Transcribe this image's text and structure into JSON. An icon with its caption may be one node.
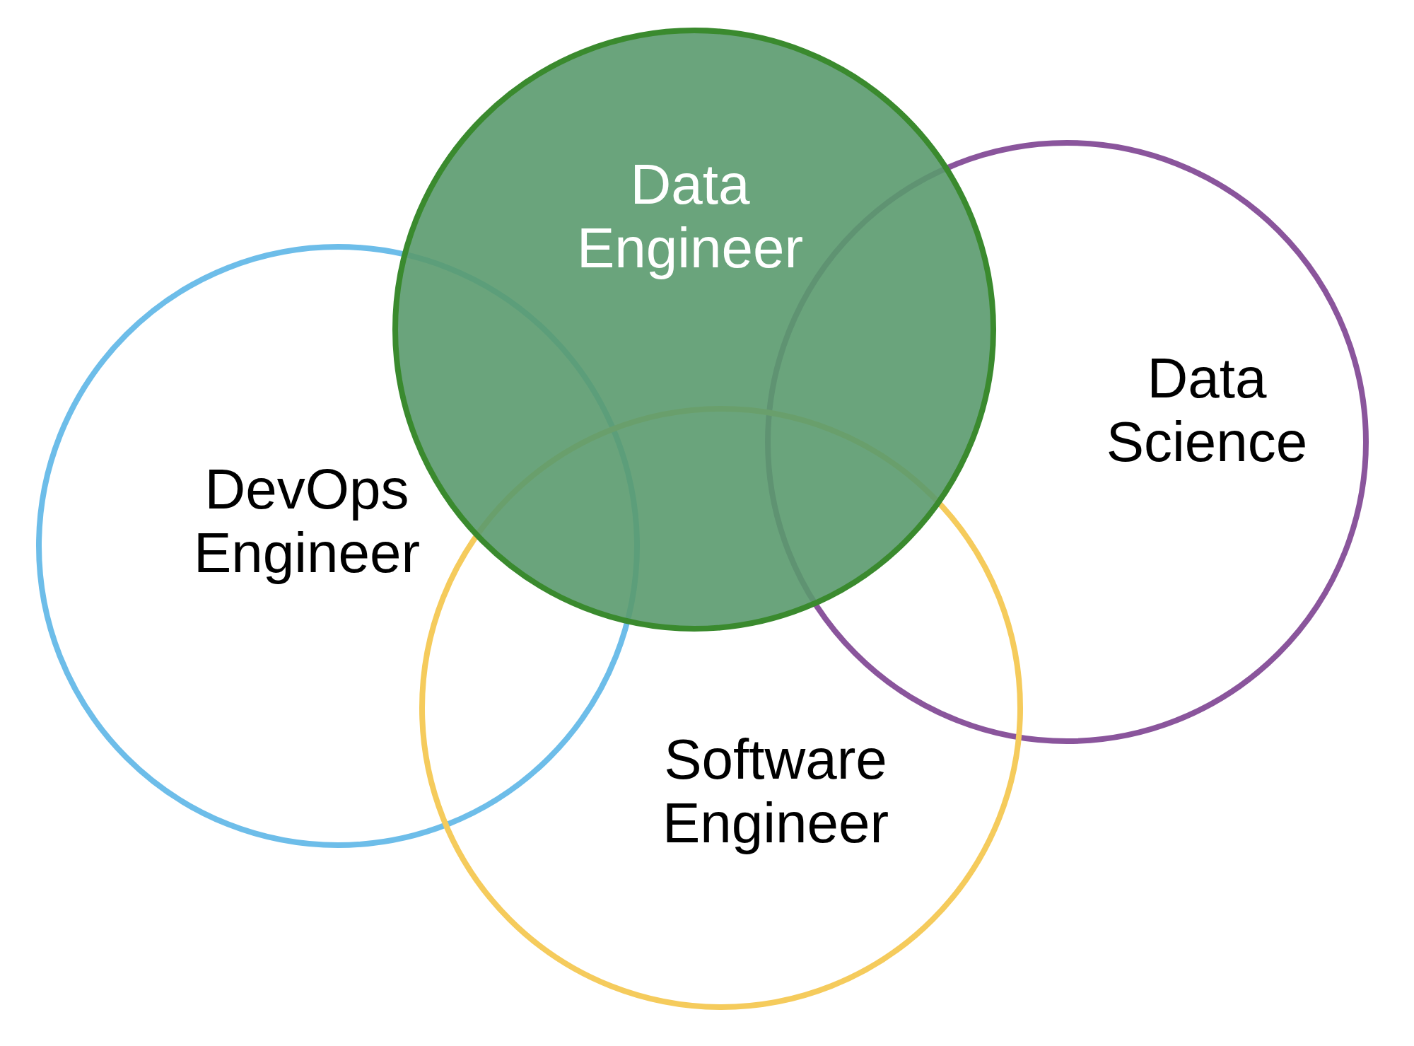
{
  "diagram": {
    "nodes": [
      {
        "text": [
          "Data Engineer"
        ]
      },
      {
        "text": [
          "Data Science"
        ]
      },
      {
        "text": [
          "DevOps Engineer"
        ]
      },
      {
        "text": [
          "Software Engineer"
        ]
      }
    ]
  }
}
